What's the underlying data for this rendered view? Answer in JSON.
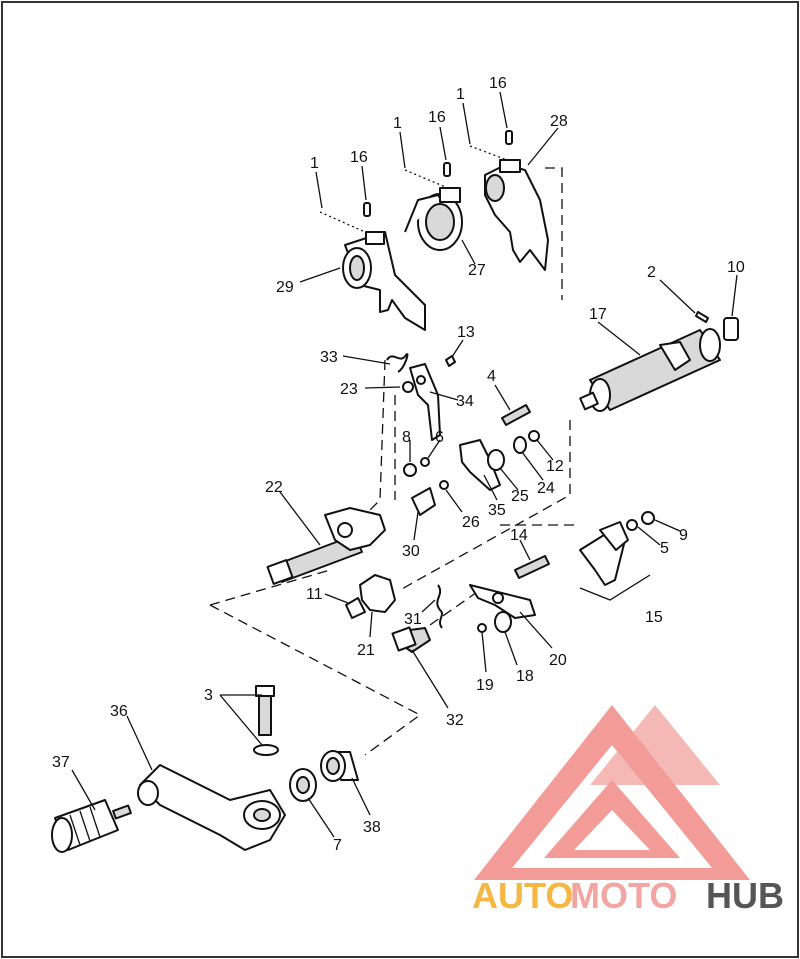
{
  "callouts": {
    "c1a": "1",
    "c16a": "16",
    "c1b": "1",
    "c16b": "16",
    "c1c": "1",
    "c16c": "16",
    "c28": "28",
    "c27": "27",
    "c29": "29",
    "c2": "2",
    "c10": "10",
    "c17": "17",
    "c13": "13",
    "c33": "33",
    "c23": "23",
    "c34": "34",
    "c4": "4",
    "c8": "8",
    "c6": "6",
    "c12": "12",
    "c24": "24",
    "c25": "25",
    "c35": "35",
    "c26": "26",
    "c22": "22",
    "c30": "30",
    "c9": "9",
    "c5": "5",
    "c14": "14",
    "c11": "11",
    "c31": "31",
    "c21": "21",
    "c15": "15",
    "c20": "20",
    "c18": "18",
    "c19": "19",
    "c32": "32",
    "c3": "3",
    "c36": "36",
    "c37": "37",
    "c7": "7",
    "c38": "38"
  },
  "watermark": {
    "part1": "AUTO",
    "part2": "MOTO",
    "part3": "HUB",
    "color1": "#f5b642",
    "color2": "#f2a6a2",
    "color3": "#555555",
    "logo_color": "#f08a85"
  }
}
